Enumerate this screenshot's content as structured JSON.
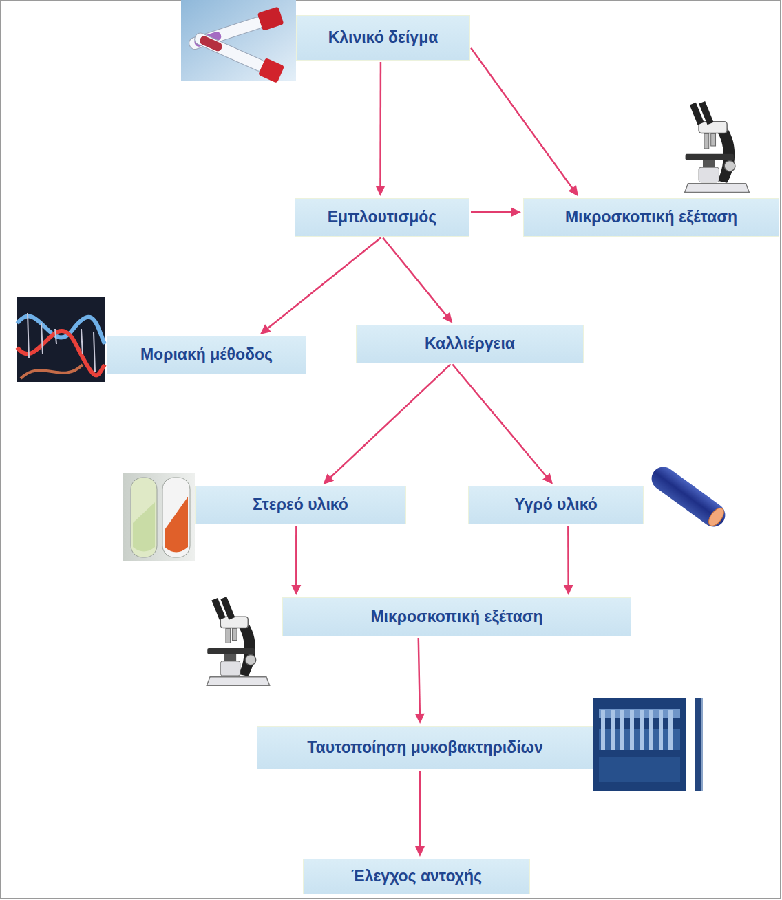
{
  "diagram": {
    "nodes": [
      {
        "text": [
          "Κλινικό δείγμα"
        ]
      },
      {
        "text": [
          "Εμπλουτισμός"
        ]
      },
      {
        "text": [
          "Μικροσκοπική εξέταση"
        ]
      },
      {
        "text": [
          "Μοριακή μέθοδος"
        ]
      },
      {
        "text": [
          "Καλλιέργεια"
        ]
      },
      {
        "text": [
          "Στερεό υλικό"
        ]
      },
      {
        "text": [
          "Υγρό υλικό"
        ]
      },
      {
        "text": [
          "Μικροσκοπική εξέταση"
        ]
      },
      {
        "text": [
          "Ταυτοποίηση μυκοβακτηριδίων"
        ]
      },
      {
        "text": [
          "Έλεγχος αντοχής"
        ]
      }
    ],
    "edges": [
      {
        "from": 0,
        "to": 1,
        "arrow": "to"
      },
      {
        "from": 0,
        "to": 2,
        "arrow": "to"
      },
      {
        "from": 1,
        "to": 2,
        "arrow": "to"
      },
      {
        "from": 1,
        "to": 3,
        "arrow": "to"
      },
      {
        "from": 1,
        "to": 4,
        "arrow": "to"
      },
      {
        "from": 4,
        "to": 5,
        "arrow": "to"
      },
      {
        "from": 4,
        "to": 6,
        "arrow": "to"
      },
      {
        "from": 5,
        "to": 7,
        "arrow": "to"
      },
      {
        "from": 6,
        "to": 7,
        "arrow": "to"
      },
      {
        "from": 7,
        "to": 8,
        "arrow": "to"
      },
      {
        "from": 8,
        "to": 9,
        "arrow": "to"
      }
    ]
  }
}
